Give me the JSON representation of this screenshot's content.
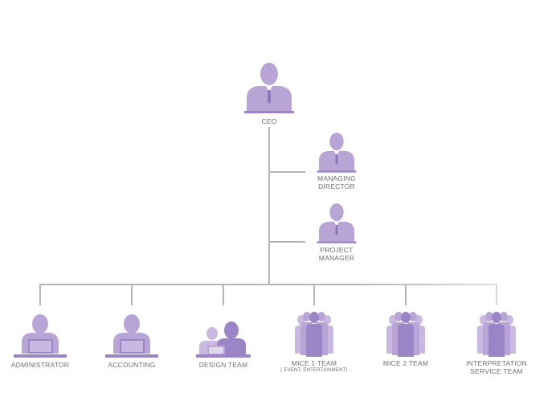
{
  "colors": {
    "figure": "#b8a5d6",
    "figure_dark": "#9c85c7",
    "line": "#b5b5b5",
    "text": "#6f6f6f"
  },
  "ceo": {
    "label": "CEO"
  },
  "managing_director": {
    "label_line1": "MANAGING",
    "label_line2": "DIRECTOR"
  },
  "project_manager": {
    "label_line1": "PROJECT",
    "label_line2": "MANAGER"
  },
  "teams": [
    {
      "label": "ADMINISTRATOR",
      "icon": "person-at-laptop-icon"
    },
    {
      "label": "ACCOUNTING",
      "icon": "person-at-laptop-icon"
    },
    {
      "label": "DESIGN TEAM",
      "icon": "two-people-at-laptop-icon"
    },
    {
      "label": "MICE 1 TEAM",
      "sub": "( EVENT, ENTERTAINMENT)",
      "icon": "group-icon"
    },
    {
      "label": "MICE 2 TEAM",
      "icon": "group-icon"
    },
    {
      "label_line1": "INTERPRETATION",
      "label_line2": "SERVICE TEAM",
      "icon": "group-icon"
    }
  ]
}
